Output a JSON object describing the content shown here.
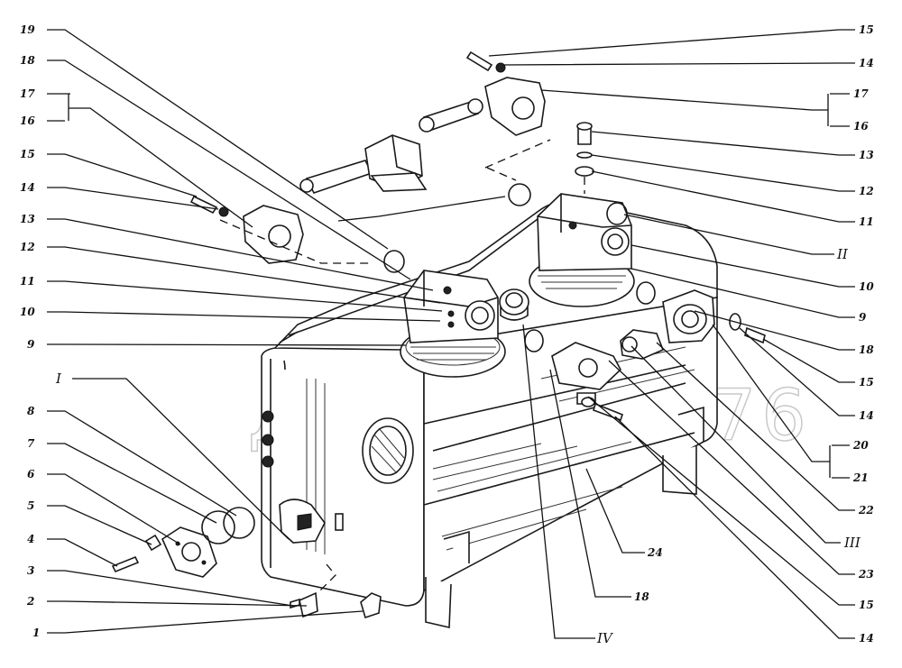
{
  "watermark": "ДИНАМИКА76",
  "callouts_left": [
    "19",
    "18",
    "17",
    "16",
    "15",
    "14",
    "13",
    "12",
    "11",
    "10",
    "9",
    "I",
    "8",
    "7",
    "6",
    "5",
    "4",
    "3",
    "2",
    "1"
  ],
  "callouts_right": [
    "15",
    "14",
    "17",
    "16",
    "13",
    "12",
    "11",
    "II",
    "10",
    "9",
    "18",
    "15",
    "14",
    "20",
    "21",
    "22",
    "III",
    "23",
    "15",
    "14"
  ],
  "callouts_bottom": [
    "24",
    "18",
    "IV"
  ]
}
